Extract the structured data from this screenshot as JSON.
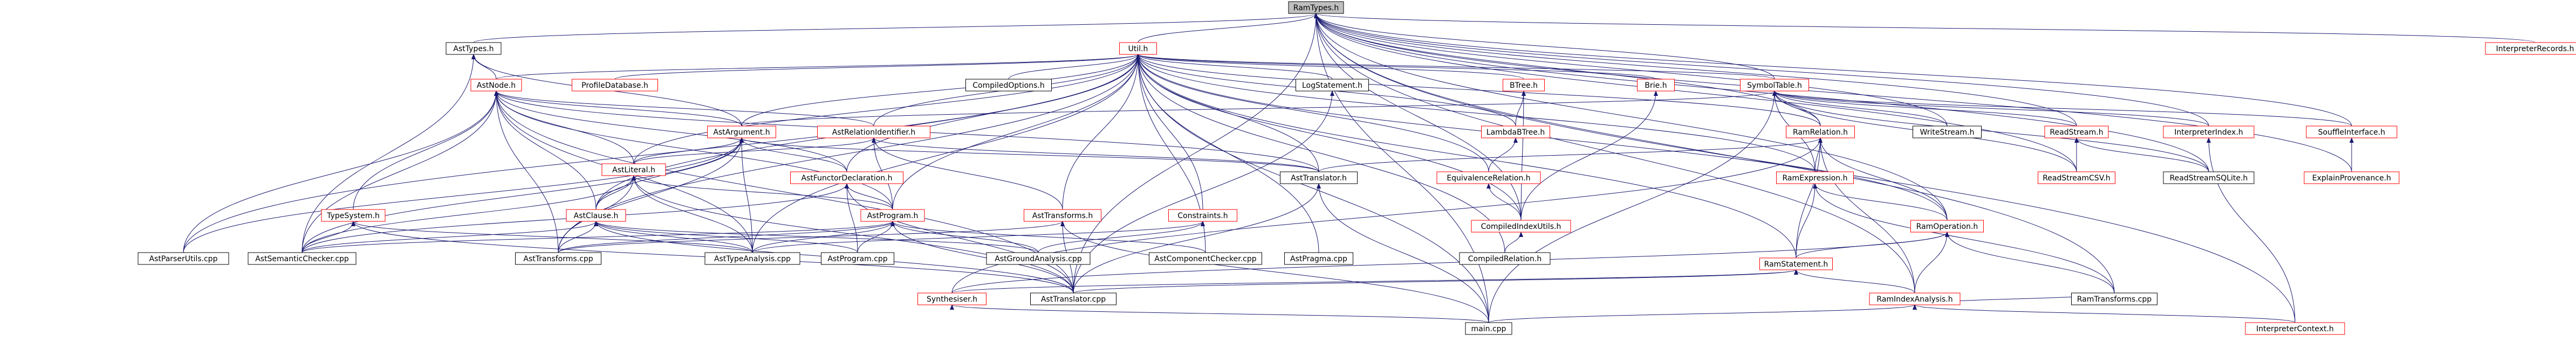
{
  "colors": {
    "edge": "#191970",
    "default_border": "#000000",
    "red_border": "#ff0000",
    "root_fill": "#bfbfbf",
    "text": "#000000"
  },
  "diagram": {
    "root": "RamTypes.h",
    "nodes": [
      {
        "id": "RamTypes.h",
        "style": "root"
      },
      {
        "id": "AstTypes.h",
        "style": "black"
      },
      {
        "id": "AstNode.h",
        "style": "red"
      },
      {
        "id": "Util.h",
        "style": "red"
      },
      {
        "id": "ProfileDatabase.h",
        "style": "red"
      },
      {
        "id": "CompiledOptions.h",
        "style": "black"
      },
      {
        "id": "LogStatement.h",
        "style": "black"
      },
      {
        "id": "BTree.h",
        "style": "red"
      },
      {
        "id": "Brie.h",
        "style": "red"
      },
      {
        "id": "SymbolTable.h",
        "style": "red"
      },
      {
        "id": "InterpreterRecords.h",
        "style": "red"
      },
      {
        "id": "AstArgument.h",
        "style": "red"
      },
      {
        "id": "AstRelationIdentifier.h",
        "style": "red"
      },
      {
        "id": "LambdaBTree.h",
        "style": "red"
      },
      {
        "id": "RamRelation.h",
        "style": "red"
      },
      {
        "id": "WriteStream.h",
        "style": "black"
      },
      {
        "id": "ReadStream.h",
        "style": "red"
      },
      {
        "id": "InterpreterIndex.h",
        "style": "red"
      },
      {
        "id": "SouffleInterface.h",
        "style": "red"
      },
      {
        "id": "AstLiteral.h",
        "style": "red"
      },
      {
        "id": "AstFunctorDeclaration.h",
        "style": "red"
      },
      {
        "id": "AstTranslator.h",
        "style": "black"
      },
      {
        "id": "EquivalenceRelation.h",
        "style": "red"
      },
      {
        "id": "RamExpression.h",
        "style": "red"
      },
      {
        "id": "ReadStreamCSV.h",
        "style": "red"
      },
      {
        "id": "ReadStreamSQLite.h",
        "style": "black"
      },
      {
        "id": "ExplainProvenance.h",
        "style": "red"
      },
      {
        "id": "TypeSystem.h",
        "style": "red"
      },
      {
        "id": "AstClause.h",
        "style": "red"
      },
      {
        "id": "AstProgram.h",
        "style": "red"
      },
      {
        "id": "AstTransforms.h",
        "style": "red"
      },
      {
        "id": "Constraints.h",
        "style": "red"
      },
      {
        "id": "CompiledIndexUtils.h",
        "style": "red"
      },
      {
        "id": "RamOperation.h",
        "style": "red"
      },
      {
        "id": "AstParserUtils.cpp",
        "style": "black"
      },
      {
        "id": "AstSemanticChecker.cpp",
        "style": "black"
      },
      {
        "id": "AstTransforms.cpp",
        "style": "black"
      },
      {
        "id": "AstTypeAnalysis.cpp",
        "style": "black"
      },
      {
        "id": "AstProgram.cpp",
        "style": "black"
      },
      {
        "id": "AstGroundAnalysis.cpp",
        "style": "black"
      },
      {
        "id": "AstComponentChecker.cpp",
        "style": "black"
      },
      {
        "id": "AstPragma.cpp",
        "style": "black"
      },
      {
        "id": "CompiledRelation.h",
        "style": "black"
      },
      {
        "id": "RamStatement.h",
        "style": "red"
      },
      {
        "id": "Synthesiser.h",
        "style": "red"
      },
      {
        "id": "AstTranslator.cpp",
        "style": "black"
      },
      {
        "id": "RamIndexAnalysis.h",
        "style": "red"
      },
      {
        "id": "RamTransforms.cpp",
        "style": "black"
      },
      {
        "id": "main.cpp",
        "style": "black"
      },
      {
        "id": "InterpreterContext.h",
        "style": "red"
      }
    ],
    "edges": [
      [
        "AstTypes.h",
        "RamTypes.h"
      ],
      [
        "Util.h",
        "RamTypes.h"
      ],
      [
        "SymbolTable.h",
        "RamTypes.h"
      ],
      [
        "InterpreterRecords.h",
        "RamTypes.h"
      ],
      [
        "RamRelation.h",
        "RamTypes.h"
      ],
      [
        "WriteStream.h",
        "RamTypes.h"
      ],
      [
        "ReadStream.h",
        "RamTypes.h"
      ],
      [
        "InterpreterIndex.h",
        "RamTypes.h"
      ],
      [
        "SouffleInterface.h",
        "RamTypes.h"
      ],
      [
        "ReadStreamCSV.h",
        "RamTypes.h"
      ],
      [
        "ReadStreamSQLite.h",
        "RamTypes.h"
      ],
      [
        "ExplainProvenance.h",
        "RamTypes.h"
      ],
      [
        "CompiledIndexUtils.h",
        "RamTypes.h"
      ],
      [
        "RamOperation.h",
        "RamTypes.h"
      ],
      [
        "RamIndexAnalysis.h",
        "RamTypes.h"
      ],
      [
        "RamTransforms.cpp",
        "RamTypes.h"
      ],
      [
        "InterpreterContext.h",
        "RamTypes.h"
      ],
      [
        "main.cpp",
        "RamTypes.h"
      ],
      [
        "AstTranslator.cpp",
        "RamTypes.h"
      ],
      [
        "AstNode.h",
        "AstTypes.h"
      ],
      [
        "AstArgument.h",
        "AstTypes.h"
      ],
      [
        "AstSemanticChecker.cpp",
        "AstTypes.h"
      ],
      [
        "AstNode.h",
        "Util.h"
      ],
      [
        "ProfileDatabase.h",
        "Util.h"
      ],
      [
        "CompiledOptions.h",
        "Util.h"
      ],
      [
        "LogStatement.h",
        "Util.h"
      ],
      [
        "BTree.h",
        "Util.h"
      ],
      [
        "Brie.h",
        "Util.h"
      ],
      [
        "SymbolTable.h",
        "Util.h"
      ],
      [
        "AstArgument.h",
        "Util.h"
      ],
      [
        "AstRelationIdentifier.h",
        "Util.h"
      ],
      [
        "LambdaBTree.h",
        "Util.h"
      ],
      [
        "RamRelation.h",
        "Util.h"
      ],
      [
        "AstLiteral.h",
        "Util.h"
      ],
      [
        "AstFunctorDeclaration.h",
        "Util.h"
      ],
      [
        "AstTranslator.h",
        "Util.h"
      ],
      [
        "EquivalenceRelation.h",
        "Util.h"
      ],
      [
        "AstClause.h",
        "Util.h"
      ],
      [
        "AstProgram.h",
        "Util.h"
      ],
      [
        "AstTransforms.h",
        "Util.h"
      ],
      [
        "Constraints.h",
        "Util.h"
      ],
      [
        "CompiledIndexUtils.h",
        "Util.h"
      ],
      [
        "RamExpression.h",
        "Util.h"
      ],
      [
        "RamOperation.h",
        "Util.h"
      ],
      [
        "AstParserUtils.cpp",
        "Util.h"
      ],
      [
        "AstComponentChecker.cpp",
        "Util.h"
      ],
      [
        "AstPragma.cpp",
        "Util.h"
      ],
      [
        "CompiledRelation.h",
        "Util.h"
      ],
      [
        "RamStatement.h",
        "Util.h"
      ],
      [
        "main.cpp",
        "Util.h"
      ],
      [
        "AstTransforms.cpp",
        "Util.h"
      ],
      [
        "AstTypeAnalysis.cpp",
        "Util.h"
      ],
      [
        "AstArgument.h",
        "AstNode.h"
      ],
      [
        "AstRelationIdentifier.h",
        "AstNode.h"
      ],
      [
        "AstLiteral.h",
        "AstNode.h"
      ],
      [
        "AstFunctorDeclaration.h",
        "AstNode.h"
      ],
      [
        "AstClause.h",
        "AstNode.h"
      ],
      [
        "TypeSystem.h",
        "AstNode.h"
      ],
      [
        "AstProgram.h",
        "AstNode.h"
      ],
      [
        "AstTranslator.h",
        "AstNode.h"
      ],
      [
        "AstSemanticChecker.cpp",
        "AstNode.h"
      ],
      [
        "AstTransforms.cpp",
        "AstNode.h"
      ],
      [
        "AstTypeAnalysis.cpp",
        "AstNode.h"
      ],
      [
        "AstParserUtils.cpp",
        "AstNode.h"
      ],
      [
        "AstTranslator.cpp",
        "AstNode.h"
      ],
      [
        "LambdaBTree.h",
        "BTree.h"
      ],
      [
        "CompiledIndexUtils.h",
        "BTree.h"
      ],
      [
        "CompiledIndexUtils.h",
        "Brie.h"
      ],
      [
        "AstArgument.h",
        "SymbolTable.h"
      ],
      [
        "WriteStream.h",
        "SymbolTable.h"
      ],
      [
        "ReadStream.h",
        "SymbolTable.h"
      ],
      [
        "InterpreterIndex.h",
        "SymbolTable.h"
      ],
      [
        "SouffleInterface.h",
        "SymbolTable.h"
      ],
      [
        "ReadStreamCSV.h",
        "SymbolTable.h"
      ],
      [
        "ReadStreamSQLite.h",
        "SymbolTable.h"
      ],
      [
        "RamRelation.h",
        "SymbolTable.h"
      ],
      [
        "RamExpression.h",
        "SymbolTable.h"
      ],
      [
        "main.cpp",
        "SymbolTable.h"
      ],
      [
        "AstLiteral.h",
        "AstArgument.h"
      ],
      [
        "AstClause.h",
        "AstArgument.h"
      ],
      [
        "AstFunctorDeclaration.h",
        "AstArgument.h"
      ],
      [
        "AstTranslator.h",
        "AstArgument.h"
      ],
      [
        "AstSemanticChecker.cpp",
        "AstArgument.h"
      ],
      [
        "AstTypeAnalysis.cpp",
        "AstArgument.h"
      ],
      [
        "AstTransforms.cpp",
        "AstArgument.h"
      ],
      [
        "AstLiteral.h",
        "AstRelationIdentifier.h"
      ],
      [
        "AstProgram.h",
        "AstRelationIdentifier.h"
      ],
      [
        "AstTranslator.h",
        "AstRelationIdentifier.h"
      ],
      [
        "AstTransforms.h",
        "AstRelationIdentifier.h"
      ],
      [
        "EquivalenceRelation.h",
        "LambdaBTree.h"
      ],
      [
        "CompiledIndexUtils.h",
        "EquivalenceRelation.h"
      ],
      [
        "RamExpression.h",
        "RamRelation.h"
      ],
      [
        "RamOperation.h",
        "RamRelation.h"
      ],
      [
        "RamStatement.h",
        "RamRelation.h"
      ],
      [
        "AstTranslator.h",
        "RamRelation.h"
      ],
      [
        "RamIndexAnalysis.h",
        "RamRelation.h"
      ],
      [
        "Synthesiser.h",
        "RamRelation.h"
      ],
      [
        "RamOperation.h",
        "RamExpression.h"
      ],
      [
        "RamStatement.h",
        "RamExpression.h"
      ],
      [
        "RamTransforms.cpp",
        "RamExpression.h"
      ],
      [
        "RamStatement.h",
        "RamOperation.h"
      ],
      [
        "RamIndexAnalysis.h",
        "RamOperation.h"
      ],
      [
        "RamTransforms.cpp",
        "RamOperation.h"
      ],
      [
        "Synthesiser.h",
        "RamOperation.h"
      ],
      [
        "RamIndexAnalysis.h",
        "RamStatement.h"
      ],
      [
        "Synthesiser.h",
        "RamStatement.h"
      ],
      [
        "AstTranslator.cpp",
        "RamStatement.h"
      ],
      [
        "RamTransforms.cpp",
        "RamIndexAnalysis.h"
      ],
      [
        "InterpreterContext.h",
        "RamIndexAnalysis.h"
      ],
      [
        "main.cpp",
        "RamIndexAnalysis.h"
      ],
      [
        "main.cpp",
        "Synthesiser.h"
      ],
      [
        "ReadStreamCSV.h",
        "ReadStream.h"
      ],
      [
        "ReadStreamSQLite.h",
        "ReadStream.h"
      ],
      [
        "InterpreterContext.h",
        "InterpreterIndex.h"
      ],
      [
        "ExplainProvenance.h",
        "SouffleInterface.h"
      ],
      [
        "AstClause.h",
        "AstLiteral.h"
      ],
      [
        "AstProgram.h",
        "AstLiteral.h"
      ],
      [
        "AstSemanticChecker.cpp",
        "AstLiteral.h"
      ],
      [
        "AstTransforms.cpp",
        "AstLiteral.h"
      ],
      [
        "AstTypeAnalysis.cpp",
        "AstLiteral.h"
      ],
      [
        "AstTranslator.cpp",
        "AstLiteral.h"
      ],
      [
        "AstProgram.h",
        "AstFunctorDeclaration.h"
      ],
      [
        "AstProgram.cpp",
        "AstFunctorDeclaration.h"
      ],
      [
        "AstTranslator.cpp",
        "AstFunctorDeclaration.h"
      ],
      [
        "AstSemanticChecker.cpp",
        "AstFunctorDeclaration.h"
      ],
      [
        "AstTranslator.cpp",
        "AstTranslator.h"
      ],
      [
        "main.cpp",
        "AstTranslator.h"
      ],
      [
        "AstSemanticChecker.cpp",
        "AstClause.h"
      ],
      [
        "AstTransforms.cpp",
        "AstClause.h"
      ],
      [
        "AstTypeAnalysis.cpp",
        "AstClause.h"
      ],
      [
        "AstProgram.cpp",
        "AstClause.h"
      ],
      [
        "AstGroundAnalysis.cpp",
        "AstClause.h"
      ],
      [
        "AstTranslator.cpp",
        "AstClause.h"
      ],
      [
        "AstSemanticChecker.cpp",
        "AstProgram.h"
      ],
      [
        "AstTransforms.cpp",
        "AstProgram.h"
      ],
      [
        "AstTypeAnalysis.cpp",
        "AstProgram.h"
      ],
      [
        "AstProgram.cpp",
        "AstProgram.h"
      ],
      [
        "AstGroundAnalysis.cpp",
        "AstProgram.h"
      ],
      [
        "AstComponentChecker.cpp",
        "AstProgram.h"
      ],
      [
        "AstTranslator.cpp",
        "AstProgram.h"
      ],
      [
        "AstTransforms.cpp",
        "AstTransforms.h"
      ],
      [
        "main.cpp",
        "AstTransforms.h"
      ],
      [
        "AstTypeAnalysis.cpp",
        "Constraints.h"
      ],
      [
        "AstGroundAnalysis.cpp",
        "Constraints.h"
      ],
      [
        "AstSemanticChecker.cpp",
        "TypeSystem.h"
      ],
      [
        "AstTypeAnalysis.cpp",
        "TypeSystem.h"
      ],
      [
        "AstTranslator.cpp",
        "TypeSystem.h"
      ],
      [
        "CompiledRelation.h",
        "CompiledIndexUtils.h"
      ],
      [
        "AstTranslator.cpp",
        "LogStatement.h"
      ],
      [
        "AstParserUtils.cpp",
        "AstArgument.h"
      ],
      [
        "AstTranslator.cpp",
        "AstTransforms.h"
      ]
    ]
  }
}
